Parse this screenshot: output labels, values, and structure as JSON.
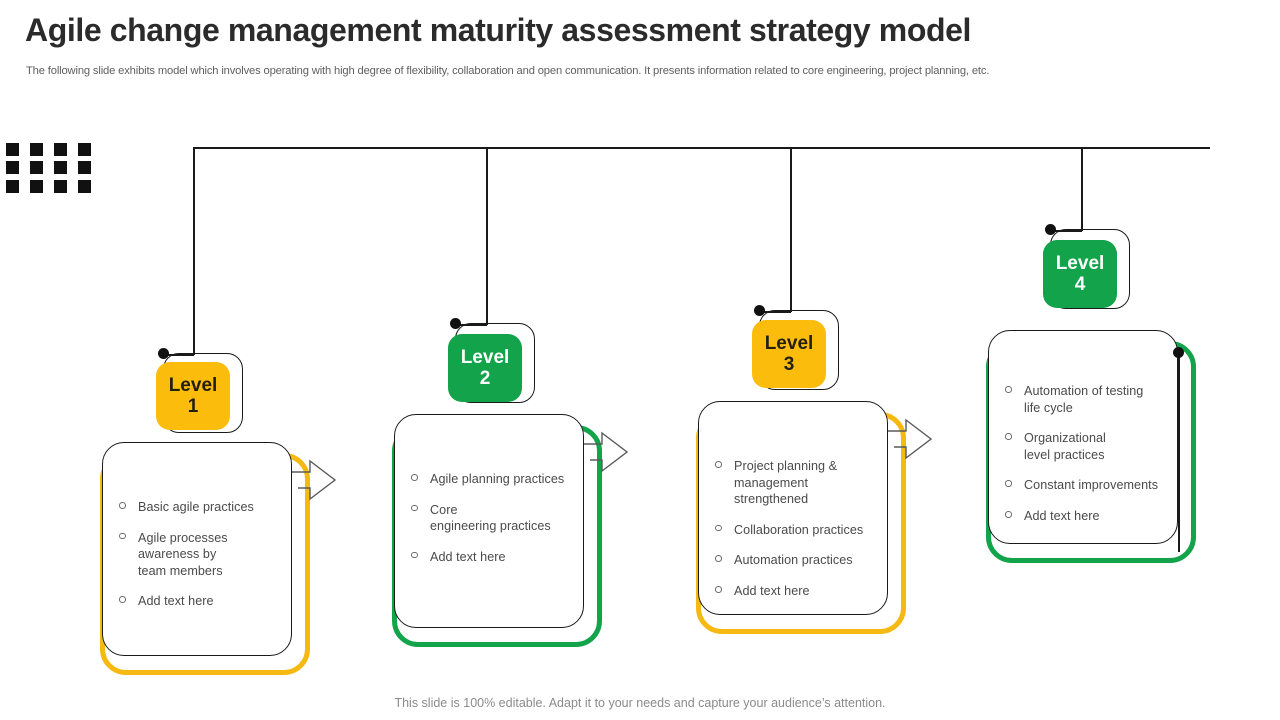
{
  "slide": {
    "title": "Agile change management maturity assessment strategy model",
    "subtitle": "The following slide exhibits model which involves operating with high degree of flexibility,  collaboration and open communication. It presents information related to core engineering, project planning, etc.",
    "footer": "This slide is 100% editable. Adapt it to your needs and capture your audience’s attention."
  },
  "colors": {
    "amber": "#FBBC0C",
    "green": "#12A34B",
    "amber_accent": "#F5B912",
    "green_accent": "#13A44B",
    "line": "#1a1a1a",
    "body_text": "#4a4a4a",
    "title_text": "#2b2b2b",
    "footer_text": "#8b8b8b"
  },
  "levels": [
    {
      "badge_word": "Level",
      "badge_num": "1",
      "theme": "amber",
      "bullets": [
        "Basic agile  practices",
        "Agile processes\nawareness  by\nteam members",
        "Add text here"
      ]
    },
    {
      "badge_word": "Level",
      "badge_num": "2",
      "theme": "green",
      "bullets": [
        "Agile planning  practices",
        "Core\nengineering  practices",
        "Add text here"
      ]
    },
    {
      "badge_word": "Level",
      "badge_num": "3",
      "theme": "amber",
      "bullets": [
        "Project planning  &\nmanagement  strengthened",
        "Collaboration  practices",
        "Automation  practices",
        "Add text here"
      ]
    },
    {
      "badge_word": "Level",
      "badge_num": "4",
      "theme": "green",
      "bullets": [
        "Automation  of testing\nlife  cycle",
        "Organizational\nlevel  practices",
        "Constant  improvements",
        "Add text here"
      ]
    }
  ]
}
